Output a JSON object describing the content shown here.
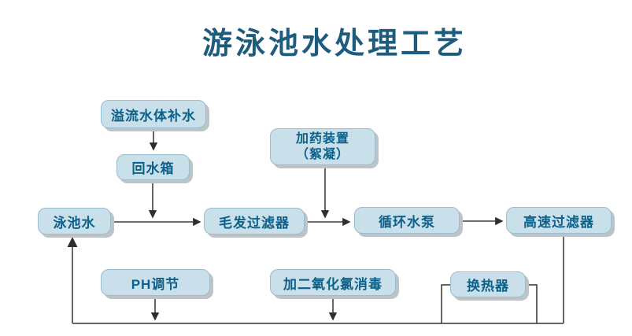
{
  "title": "游泳池水处理工艺",
  "nodes": {
    "overflow_supply": {
      "label": "溢流水体补水"
    },
    "return_tank": {
      "label": "回水箱"
    },
    "dosing_device": {
      "label_line1": "加药装置",
      "label_line2": "（絮凝）"
    },
    "pool_water": {
      "label": "泳池水"
    },
    "hair_filter": {
      "label": "毛发过滤器"
    },
    "circulation_pump": {
      "label": "循环水泵"
    },
    "high_speed_filter": {
      "label": "高速过滤器"
    },
    "ph_adjustment": {
      "label": "PH调节"
    },
    "chlorine_dioxide_dosing": {
      "label": "加二氧化氯消毒"
    },
    "heat_exchanger": {
      "label": "换热器"
    }
  },
  "colors": {
    "title_text": "#1e5c7e",
    "node_fill": "#c9dfea",
    "node_border": "#98bed0",
    "node_text": "#0b618a",
    "node_shadow": "#bdc3c6",
    "connector": "#3f3f3f",
    "return_loop_line": "#6a6a6a"
  }
}
